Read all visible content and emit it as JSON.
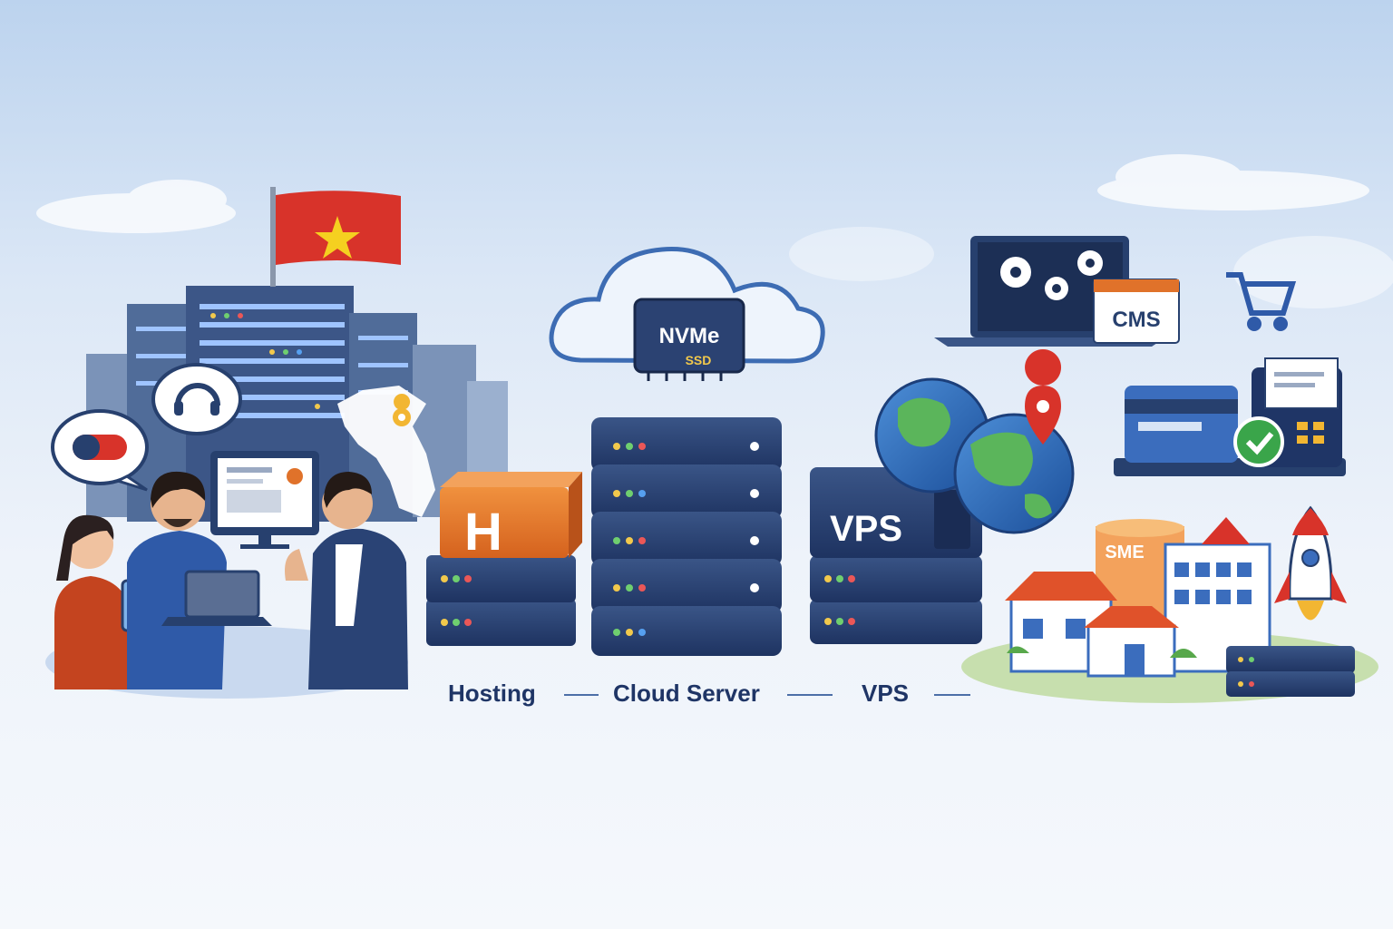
{
  "labels": {
    "hosting": "Hosting",
    "cloud_server": "Cloud Server",
    "vps": "VPS"
  },
  "badges": {
    "hosting_letter": "H",
    "nvme": "NVMe",
    "ssd": "SSD",
    "vps_box": "VPS",
    "cms": "CMS",
    "sme": "SME"
  },
  "colors": {
    "navy": "#27406e",
    "orange": "#e0722a",
    "flag_red": "#d8332a",
    "flag_star": "#f5d020",
    "green_check": "#3aa54a",
    "caption": "#1f3566"
  },
  "icons": [
    "vietnam-flag-icon",
    "datacenter-icon",
    "chat-bubble-icon",
    "headset-icon",
    "map-pin-icon",
    "cloud-icon",
    "chip-icon",
    "server-rack-icon",
    "globe-icon",
    "laptop-gears-icon",
    "cart-icon",
    "payment-terminal-icon",
    "checkmark-icon",
    "building-icon",
    "rocket-icon"
  ]
}
